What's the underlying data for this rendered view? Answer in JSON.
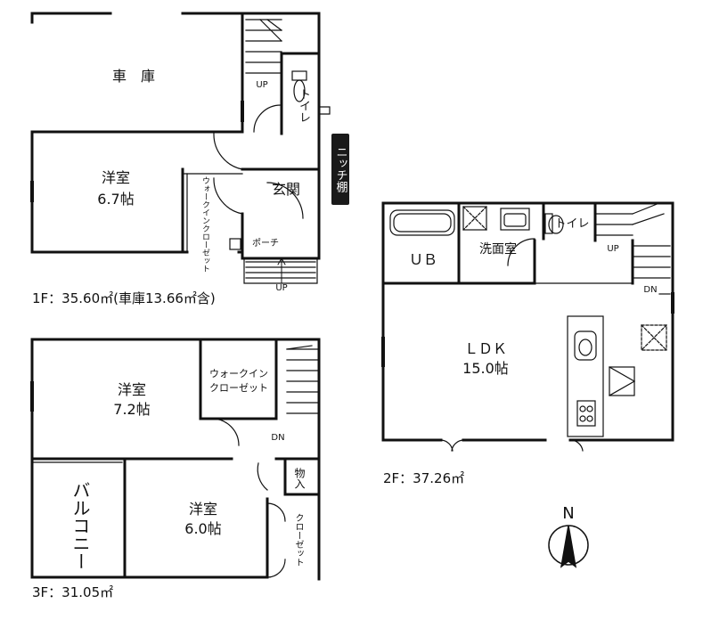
{
  "floors": {
    "f1": {
      "area_label": "1F：35.60㎡(車庫13.66㎡含)",
      "rooms": {
        "garage": "車　庫",
        "western_room": "洋室",
        "western_room_size": "6.7帖",
        "walk_in_closet": "ウォークインクローゼット",
        "entrance": "玄関",
        "toilet": "トイレ",
        "porch": "ポーチ",
        "niche": "ニッチ棚"
      },
      "stairs_up": "UP",
      "porch_up": "UP"
    },
    "f2": {
      "area_label": "2F：37.26㎡",
      "rooms": {
        "ldk": "ＬＤＫ",
        "ldk_size": "15.0帖",
        "unit_bath": "ＵＢ",
        "washroom": "洗面室",
        "toilet": "トイレ"
      },
      "stairs_up": "UP",
      "stairs_dn": "DN"
    },
    "f3": {
      "area_label": "3F：31.05㎡",
      "rooms": {
        "western_room_a": "洋室",
        "western_room_a_size": "7.2帖",
        "walk_in_closet": "ウォークイン",
        "walk_in_closet_2": "クローゼット",
        "western_room_b": "洋室",
        "western_room_b_size": "6.0帖",
        "storage": "物入",
        "closet": "クローゼット",
        "balcony": "バルコニー"
      },
      "stairs_dn": "DN"
    }
  },
  "compass": {
    "north": "N"
  }
}
